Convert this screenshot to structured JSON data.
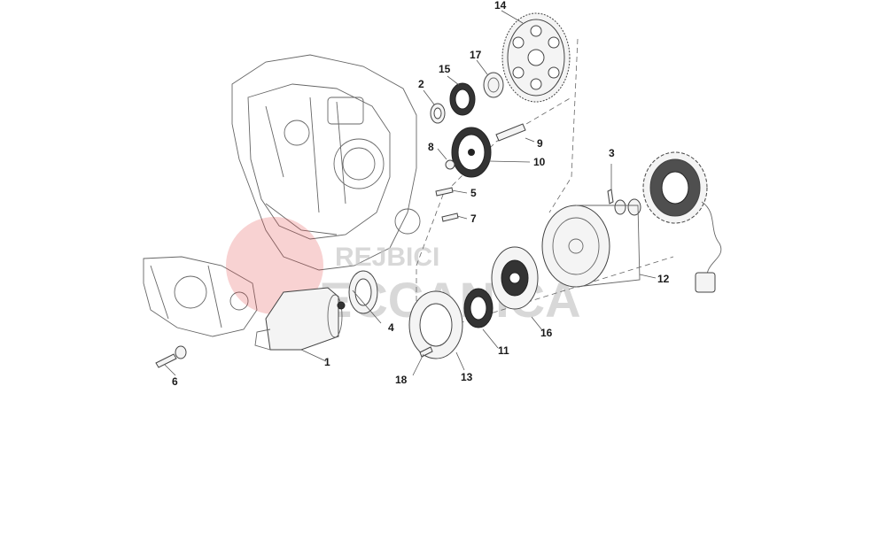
{
  "watermark": {
    "line1": "REJBICI",
    "line2": "ECCANICA",
    "color": "#e24b4b"
  },
  "callouts": {
    "c1": "1",
    "c2": "2",
    "c3": "3",
    "c4": "4",
    "c5": "5",
    "c6": "6",
    "c7": "7",
    "c8": "8",
    "c9": "9",
    "c10": "10",
    "c11": "11",
    "c12": "12",
    "c13": "13",
    "c14": "14",
    "c15": "15",
    "c16": "16",
    "c17": "17",
    "c18": "18"
  }
}
